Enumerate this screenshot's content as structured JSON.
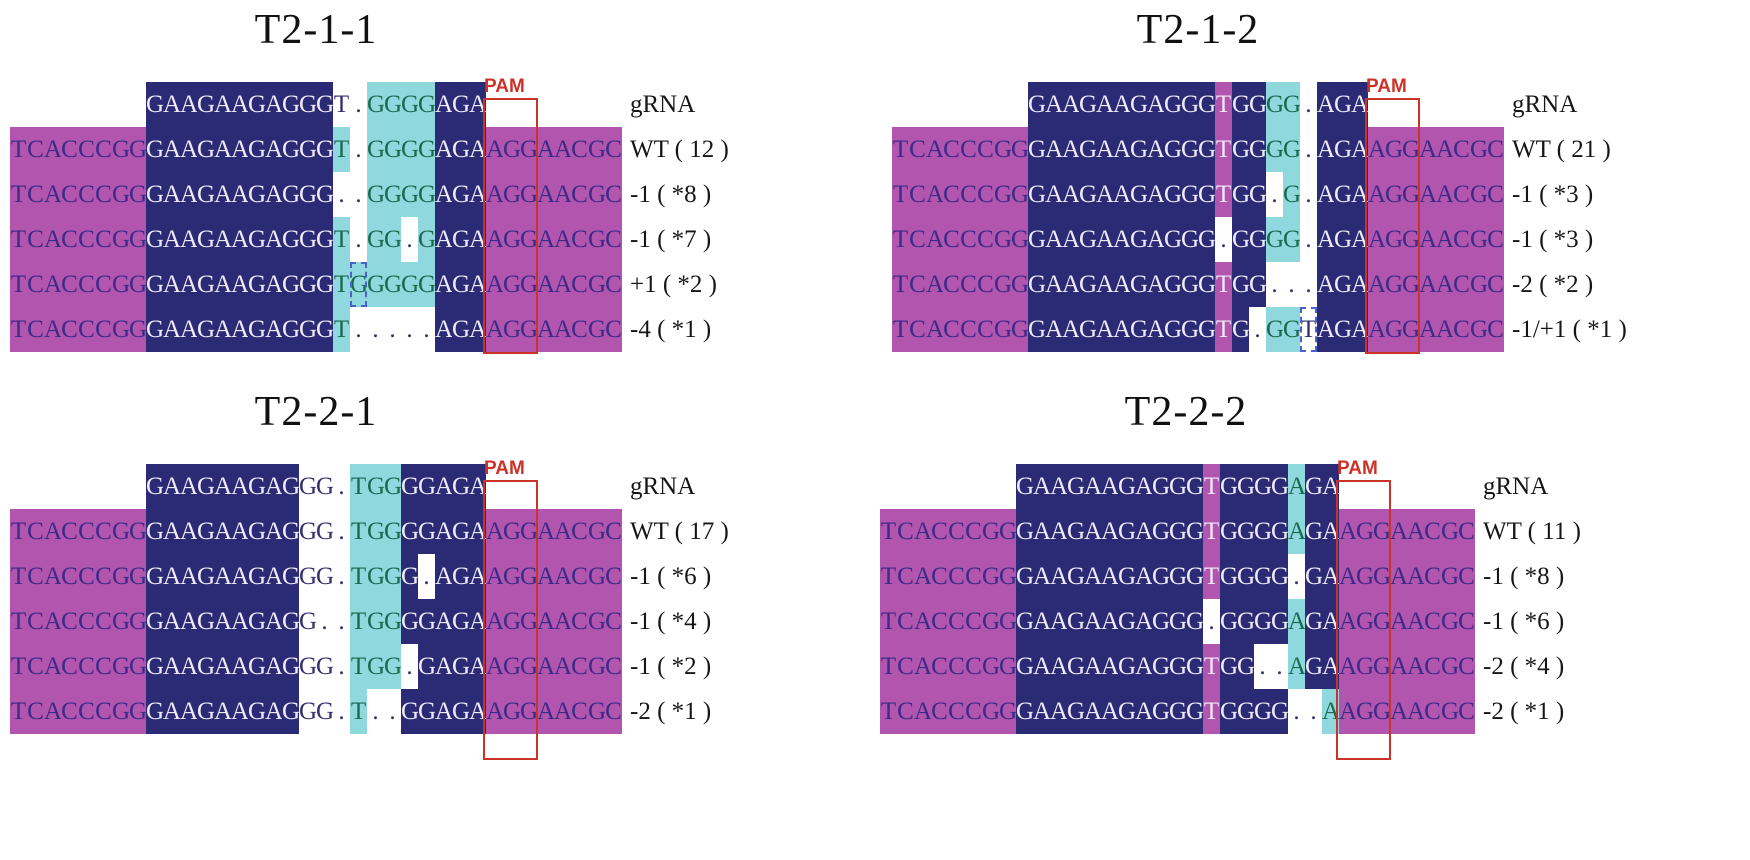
{
  "figure": {
    "type": "crispr-target-site-sequence-alignment",
    "colors": {
      "magenta_bg": "#b155af",
      "navy_bg": "#2b2a74",
      "cyan_bg": "#8fd8de",
      "pam_red": "#cc3328",
      "insert_box_blue": "#4a63c8"
    },
    "panels": [
      {
        "title": "T2-1-1",
        "pam_label": "PAM",
        "pam_col": 28,
        "rows": [
          {
            "label": "gRNA",
            "indent": 8,
            "segments": [
              [
                "GAAGAAGAGGG",
                "n"
              ],
              [
                "T",
                "w"
              ],
              [
                ".",
                "w"
              ],
              [
                "GGGG",
                "c"
              ],
              [
                "AGA",
                "n"
              ]
            ]
          },
          {
            "label": "WT ( 12 )",
            "indent": 0,
            "segments": [
              [
                "TCACCCGG",
                "m"
              ],
              [
                "GAAGAAGAGGG",
                "n"
              ],
              [
                "T",
                "c"
              ],
              [
                ".",
                "w"
              ],
              [
                "GGGG",
                "c"
              ],
              [
                "AGA",
                "n"
              ],
              [
                "AGGAACGC",
                "m"
              ]
            ]
          },
          {
            "label": "-1 ( *8 )",
            "indent": 0,
            "segments": [
              [
                "TCACCCGG",
                "m"
              ],
              [
                "GAAGAAGAGGG",
                "n"
              ],
              [
                "..",
                "w"
              ],
              [
                "GGGG",
                "c"
              ],
              [
                "AGA",
                "n"
              ],
              [
                "AGGAACGC",
                "m"
              ]
            ]
          },
          {
            "label": "-1 ( *7 )",
            "indent": 0,
            "segments": [
              [
                "TCACCCGG",
                "m"
              ],
              [
                "GAAGAAGAGGG",
                "n"
              ],
              [
                "T",
                "c"
              ],
              [
                ".",
                "w"
              ],
              [
                "GG",
                "c"
              ],
              [
                ".",
                "w"
              ],
              [
                "G",
                "c"
              ],
              [
                "AGA",
                "n"
              ],
              [
                "AGGAACGC",
                "m"
              ]
            ]
          },
          {
            "label": "+1 ( *2 )",
            "indent": 0,
            "segments": [
              [
                "TCACCCGG",
                "m"
              ],
              [
                "GAAGAAGAGGG",
                "n"
              ],
              [
                "T",
                "c"
              ],
              [
                "G",
                "c",
                "box"
              ],
              [
                "GGGG",
                "c"
              ],
              [
                "AGA",
                "n"
              ],
              [
                "AGGAACGC",
                "m"
              ]
            ]
          },
          {
            "label": "-4 ( *1 )",
            "indent": 0,
            "segments": [
              [
                "TCACCCGG",
                "m"
              ],
              [
                "GAAGAAGAGGG",
                "n"
              ],
              [
                "T",
                "c"
              ],
              [
                ".....",
                "w"
              ],
              [
                "AGA",
                "n"
              ],
              [
                "AGGAACGC",
                "m"
              ]
            ]
          }
        ]
      },
      {
        "title": "T2-1-2",
        "pam_label": "PAM",
        "pam_col": 28,
        "rows": [
          {
            "label": "gRNA",
            "indent": 8,
            "segments": [
              [
                "GAAGAAGAGGG",
                "n"
              ],
              [
                "T",
                "M"
              ],
              [
                "GG",
                "n"
              ],
              [
                "GG",
                "c"
              ],
              [
                ".",
                "w"
              ],
              [
                "AGA",
                "n"
              ]
            ]
          },
          {
            "label": "WT ( 21 )",
            "indent": 0,
            "segments": [
              [
                "TCACCCGG",
                "m"
              ],
              [
                "GAAGAAGAGGG",
                "n"
              ],
              [
                "T",
                "M"
              ],
              [
                "GG",
                "n"
              ],
              [
                "GG",
                "c"
              ],
              [
                ".",
                "w"
              ],
              [
                "AGA",
                "n"
              ],
              [
                "AGGAACGC",
                "m"
              ]
            ]
          },
          {
            "label": "-1 ( *3 )",
            "indent": 0,
            "segments": [
              [
                "TCACCCGG",
                "m"
              ],
              [
                "GAAGAAGAGGG",
                "n"
              ],
              [
                "T",
                "M"
              ],
              [
                "GG",
                "n"
              ],
              [
                ".",
                "w"
              ],
              [
                "G",
                "c"
              ],
              [
                ".",
                "w"
              ],
              [
                "AGA",
                "n"
              ],
              [
                "AGGAACGC",
                "m"
              ]
            ]
          },
          {
            "label": "-1 ( *3 )",
            "indent": 0,
            "segments": [
              [
                "TCACCCGG",
                "m"
              ],
              [
                "GAAGAAGAGGG",
                "n"
              ],
              [
                ".",
                "w"
              ],
              [
                "GG",
                "n"
              ],
              [
                "GG",
                "c"
              ],
              [
                ".",
                "w"
              ],
              [
                "AGA",
                "n"
              ],
              [
                "AGGAACGC",
                "m"
              ]
            ]
          },
          {
            "label": "-2 ( *2 )",
            "indent": 0,
            "segments": [
              [
                "TCACCCGG",
                "m"
              ],
              [
                "GAAGAAGAGGG",
                "n"
              ],
              [
                "T",
                "M"
              ],
              [
                "GG",
                "n"
              ],
              [
                "...",
                "w"
              ],
              [
                "AGA",
                "n"
              ],
              [
                "AGGAACGC",
                "m"
              ]
            ]
          },
          {
            "label": "-1/+1 ( *1 )",
            "indent": 0,
            "segments": [
              [
                "TCACCCGG",
                "m"
              ],
              [
                "GAAGAAGAGGG",
                "n"
              ],
              [
                "T",
                "M"
              ],
              [
                "G",
                "n"
              ],
              [
                ".",
                "w"
              ],
              [
                "GG",
                "c"
              ],
              [
                "T",
                "w",
                "box"
              ],
              [
                "AGA",
                "n"
              ],
              [
                "AGGAACGC",
                "m"
              ]
            ]
          }
        ]
      },
      {
        "title": "T2-2-1",
        "pam_label": "PAM",
        "pam_col": 28,
        "rows": [
          {
            "label": "gRNA",
            "indent": 8,
            "segments": [
              [
                "GAAGAAGAG",
                "n"
              ],
              [
                "GG",
                "w"
              ],
              [
                ".",
                "w"
              ],
              [
                "TGG",
                "c"
              ],
              [
                "GGAGA",
                "n"
              ]
            ]
          },
          {
            "label": "WT ( 17 )",
            "indent": 0,
            "segments": [
              [
                "TCACCCGG",
                "m"
              ],
              [
                "GAAGAAGAG",
                "n"
              ],
              [
                "GG",
                "w"
              ],
              [
                ".",
                "w"
              ],
              [
                "TGG",
                "c"
              ],
              [
                "GGAGA",
                "n"
              ],
              [
                "AGGAACGC",
                "m"
              ]
            ]
          },
          {
            "label": "-1 ( *6 )",
            "indent": 0,
            "segments": [
              [
                "TCACCCGG",
                "m"
              ],
              [
                "GAAGAAGAG",
                "n"
              ],
              [
                "GG",
                "w"
              ],
              [
                ".",
                "w"
              ],
              [
                "TGG",
                "c"
              ],
              [
                "G",
                "n"
              ],
              [
                ".",
                "w"
              ],
              [
                "AGA",
                "n"
              ],
              [
                "AGGAACGC",
                "m"
              ]
            ]
          },
          {
            "label": "-1 ( *4 )",
            "indent": 0,
            "segments": [
              [
                "TCACCCGG",
                "m"
              ],
              [
                "GAAGAAGAG",
                "n"
              ],
              [
                "G",
                "w"
              ],
              [
                "..",
                "w"
              ],
              [
                "TGG",
                "c"
              ],
              [
                "GGAGA",
                "n"
              ],
              [
                "AGGAACGC",
                "m"
              ]
            ]
          },
          {
            "label": "-1 ( *2 )",
            "indent": 0,
            "segments": [
              [
                "TCACCCGG",
                "m"
              ],
              [
                "GAAGAAGAG",
                "n"
              ],
              [
                "GG",
                "w"
              ],
              [
                ".",
                "w"
              ],
              [
                "TGG",
                "c"
              ],
              [
                ".",
                "w"
              ],
              [
                "GAGA",
                "n"
              ],
              [
                "AGGAACGC",
                "m"
              ]
            ]
          },
          {
            "label": "-2 ( *1 )",
            "indent": 0,
            "segments": [
              [
                "TCACCCGG",
                "m"
              ],
              [
                "GAAGAAGAG",
                "n"
              ],
              [
                "GG",
                "w"
              ],
              [
                ".",
                "w"
              ],
              [
                "T",
                "c"
              ],
              [
                "..",
                "w"
              ],
              [
                "GGAGA",
                "n"
              ],
              [
                "AGGAACGC",
                "m"
              ]
            ]
          }
        ]
      },
      {
        "title": "T2-2-2",
        "pam_label": "PAM",
        "pam_col": 27,
        "rows": [
          {
            "label": "gRNA",
            "indent": 8,
            "segments": [
              [
                "GAAGAAGAGGG",
                "n"
              ],
              [
                "T",
                "M"
              ],
              [
                "GGGG",
                "n"
              ],
              [
                "A",
                "c"
              ],
              [
                "GA",
                "n"
              ]
            ]
          },
          {
            "label": "WT ( 11 )",
            "indent": 0,
            "segments": [
              [
                "TCACCCGG",
                "m"
              ],
              [
                "GAAGAAGAGGG",
                "n"
              ],
              [
                "T",
                "M"
              ],
              [
                "GGGG",
                "n"
              ],
              [
                "A",
                "c"
              ],
              [
                "GA",
                "n"
              ],
              [
                "AGGAACGC",
                "m"
              ]
            ]
          },
          {
            "label": "-1 ( *8 )",
            "indent": 0,
            "segments": [
              [
                "TCACCCGG",
                "m"
              ],
              [
                "GAAGAAGAGGG",
                "n"
              ],
              [
                "T",
                "M"
              ],
              [
                "GGGG",
                "n"
              ],
              [
                ".",
                "w"
              ],
              [
                "GA",
                "n"
              ],
              [
                "AGGAACGC",
                "m"
              ]
            ]
          },
          {
            "label": "-1 ( *6 )",
            "indent": 0,
            "segments": [
              [
                "TCACCCGG",
                "m"
              ],
              [
                "GAAGAAGAGGG",
                "n"
              ],
              [
                ".",
                "w"
              ],
              [
                "GGGG",
                "n"
              ],
              [
                "A",
                "c"
              ],
              [
                "GA",
                "n"
              ],
              [
                "AGGAACGC",
                "m"
              ]
            ]
          },
          {
            "label": "-2 ( *4 )",
            "indent": 0,
            "segments": [
              [
                "TCACCCGG",
                "m"
              ],
              [
                "GAAGAAGAGGG",
                "n"
              ],
              [
                "T",
                "M"
              ],
              [
                "GG",
                "n"
              ],
              [
                "..",
                "w"
              ],
              [
                "A",
                "c"
              ],
              [
                "GA",
                "n"
              ],
              [
                "AGGAACGC",
                "m"
              ]
            ]
          },
          {
            "label": "-2 ( *1 )",
            "indent": 0,
            "segments": [
              [
                "TCACCCGG",
                "m"
              ],
              [
                "GAAGAAGAGGG",
                "n"
              ],
              [
                "T",
                "M"
              ],
              [
                "GGGG",
                "n"
              ],
              [
                "..",
                "w"
              ],
              [
                "A",
                "c"
              ],
              [
                "AGGAACGC",
                "m"
              ]
            ]
          }
        ]
      }
    ]
  }
}
